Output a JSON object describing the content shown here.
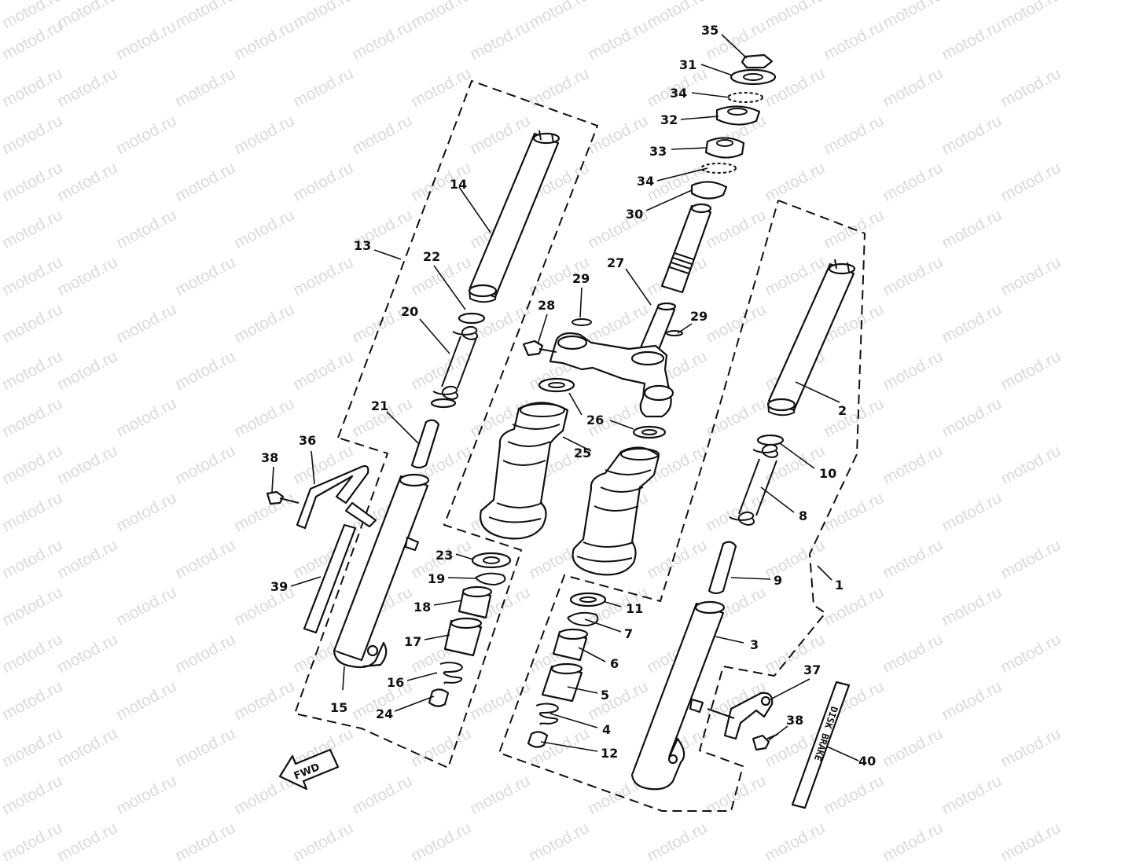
{
  "watermark": "motod.ru",
  "labels": [
    {
      "id": "1",
      "text": "1"
    },
    {
      "id": "2",
      "text": "2"
    },
    {
      "id": "3",
      "text": "3"
    },
    {
      "id": "4",
      "text": "4"
    },
    {
      "id": "5",
      "text": "5"
    },
    {
      "id": "6",
      "text": "6"
    },
    {
      "id": "7",
      "text": "7"
    },
    {
      "id": "8",
      "text": "8"
    },
    {
      "id": "9",
      "text": "9"
    },
    {
      "id": "10",
      "text": "10"
    },
    {
      "id": "11",
      "text": "11"
    },
    {
      "id": "12",
      "text": "12"
    },
    {
      "id": "13",
      "text": "13"
    },
    {
      "id": "14",
      "text": "14"
    },
    {
      "id": "15",
      "text": "15"
    },
    {
      "id": "16",
      "text": "16"
    },
    {
      "id": "17",
      "text": "17"
    },
    {
      "id": "18",
      "text": "18"
    },
    {
      "id": "19",
      "text": "19"
    },
    {
      "id": "20",
      "text": "20"
    },
    {
      "id": "21",
      "text": "21"
    },
    {
      "id": "22",
      "text": "22"
    },
    {
      "id": "23",
      "text": "23"
    },
    {
      "id": "24",
      "text": "24"
    },
    {
      "id": "25",
      "text": "25"
    },
    {
      "id": "26",
      "text": "26"
    },
    {
      "id": "27",
      "text": "27"
    },
    {
      "id": "28",
      "text": "28"
    },
    {
      "id": "29a",
      "text": "29"
    },
    {
      "id": "29b",
      "text": "29"
    },
    {
      "id": "30",
      "text": "30"
    },
    {
      "id": "31",
      "text": "31"
    },
    {
      "id": "32",
      "text": "32"
    },
    {
      "id": "33",
      "text": "33"
    },
    {
      "id": "34a",
      "text": "34"
    },
    {
      "id": "34b",
      "text": "34"
    },
    {
      "id": "35",
      "text": "35"
    },
    {
      "id": "36",
      "text": "36"
    },
    {
      "id": "37",
      "text": "37"
    },
    {
      "id": "38a",
      "text": "38"
    },
    {
      "id": "38b",
      "text": "38"
    },
    {
      "id": "39",
      "text": "39"
    },
    {
      "id": "40",
      "text": "40"
    }
  ],
  "decal_text": "DISK BRAKE",
  "direction_label": "FWD"
}
